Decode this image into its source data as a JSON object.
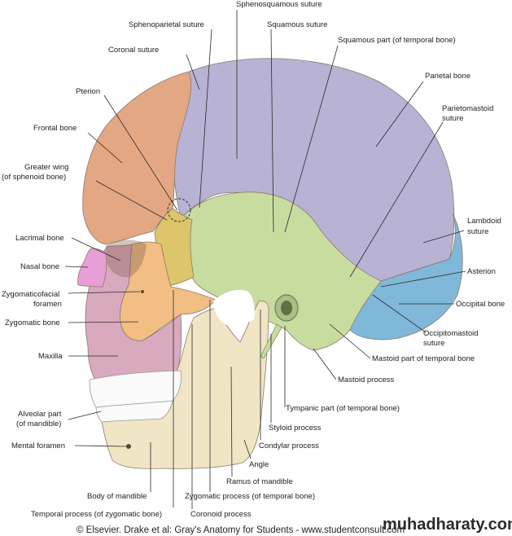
{
  "labels": {
    "sphenosquamous_suture": "Sphenosquamous suture",
    "sphenoparietal_suture": "Sphenoparietal suture",
    "squamous_suture": "Squamous suture",
    "squamous_part": "Squamous part (of temporal bone)",
    "coronal_suture": "Coronal suture",
    "parietal_bone": "Parietal bone",
    "pterion": "Pterion",
    "parietomastoid_1": "Parietomastoid",
    "parietomastoid_2": "suture",
    "frontal_bone": "Frontal bone",
    "greater_wing_1": "Greater wing",
    "greater_wing_2": "(of sphenoid bone)",
    "lambdoid_1": "Lambdoid",
    "lambdoid_2": "suture",
    "lacrimal_bone": "Lacrimal bone",
    "asterion": "Asterion",
    "nasal_bone": "Nasal bone",
    "zygomaticofacial_1": "Zygomaticofacial",
    "zygomaticofacial_2": "foramen",
    "occipital_bone": "Occipital bone",
    "zygomatic_bone": "Zygomatic bone",
    "occipitomastoid_1": "Occipitomastoid",
    "occipitomastoid_2": "suture",
    "maxilla": "Maxilla",
    "mastoid_part": "Mastoid part of temporal bone",
    "mastoid_process": "Mastoid process",
    "tympanic_part": "Tympanic part (of temporal bone)",
    "alveolar_1": "Alveolar part",
    "alveolar_2": "(of mandible)",
    "styloid_process": "Styloid process",
    "mental_foramen": "Mental foramen",
    "condylar_process": "Condylar process",
    "angle": "Angle",
    "ramus": "Ramus of mandible",
    "body_of_mandible": "Body of mandible",
    "zygomatic_process": "Zygomatic process (of temporal bone)",
    "temporal_process": "Temporal process (of zygomatic bone)",
    "coronoid_process": "Coronoid process"
  },
  "footer": {
    "credit": "© Elsevier. Drake et al: Gray's Anatomy for Students - www.studentconsult.com",
    "watermark": "muhadharaty.com"
  },
  "colors": {
    "frontal": "#e3a783",
    "parietal": "#b8b2d4",
    "temporal": "#c8dca0",
    "sphenoid": "#dcc56a",
    "zygomatic": "#f2be84",
    "maxilla": "#d9a9be",
    "nasal": "#e79fd6",
    "mandible": "#f0e6c6",
    "occipital": "#7fb8d8",
    "teeth": "#fafafa"
  }
}
